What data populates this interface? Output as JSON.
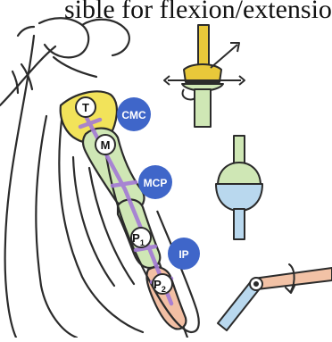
{
  "caption": "sible for flexion/extension.",
  "labels": {
    "trapezium": "T",
    "metacarpal": "M",
    "cmc": "CMC",
    "mcp": "MCP",
    "ip": "IP",
    "p1_letter": "P",
    "p1_sub": "1",
    "p2_letter": "P",
    "p2_sub": "2"
  },
  "colors": {
    "outline": "#2b2b2b",
    "trapezium": "#f2e35a",
    "bone": "#cfe7b5",
    "distal_phalanx": "#f2bfa4",
    "joint_axis": "#a37ad6",
    "badge": "#3f66c9",
    "badge_text": "#ffffff",
    "ball": "#b9d8ee",
    "pin_link": "#f2c2a6",
    "saddle_top": "#e8c83a"
  },
  "icons": {
    "saddle_joint": "saddle-joint-icon",
    "ball_joint": "ball-and-socket-joint-icon",
    "hinge_joint": "hinge-joint-icon"
  }
}
